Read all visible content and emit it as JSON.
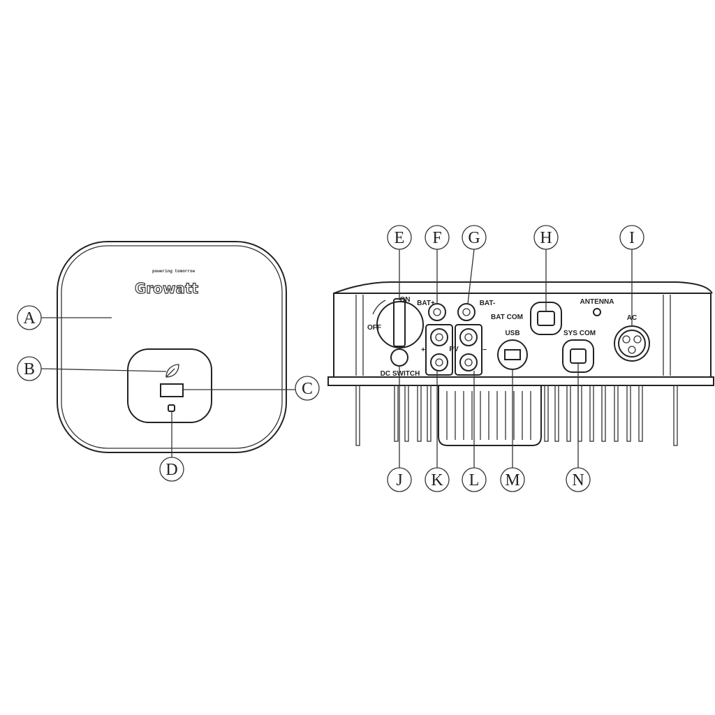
{
  "brand": {
    "name": "Growatt",
    "tagline": "powering tomorrow"
  },
  "callouts": {
    "A": "A",
    "B": "B",
    "C": "C",
    "D": "D",
    "E": "E",
    "F": "F",
    "G": "G",
    "H": "H",
    "I": "I",
    "J": "J",
    "K": "K",
    "L": "L",
    "M": "M",
    "N": "N"
  },
  "bottom_labels": {
    "on": "ON",
    "off": "OFF",
    "dc_switch": "DC SWITCH",
    "bat_plus": "BAT+",
    "bat_minus": "BAT-",
    "pv": "PV",
    "bat_com": "BAT COM",
    "usb": "USB",
    "sys_com": "SYS COM",
    "antenna": "ANTENNA",
    "ac": "AC",
    "plus": "+",
    "minus": "−"
  }
}
